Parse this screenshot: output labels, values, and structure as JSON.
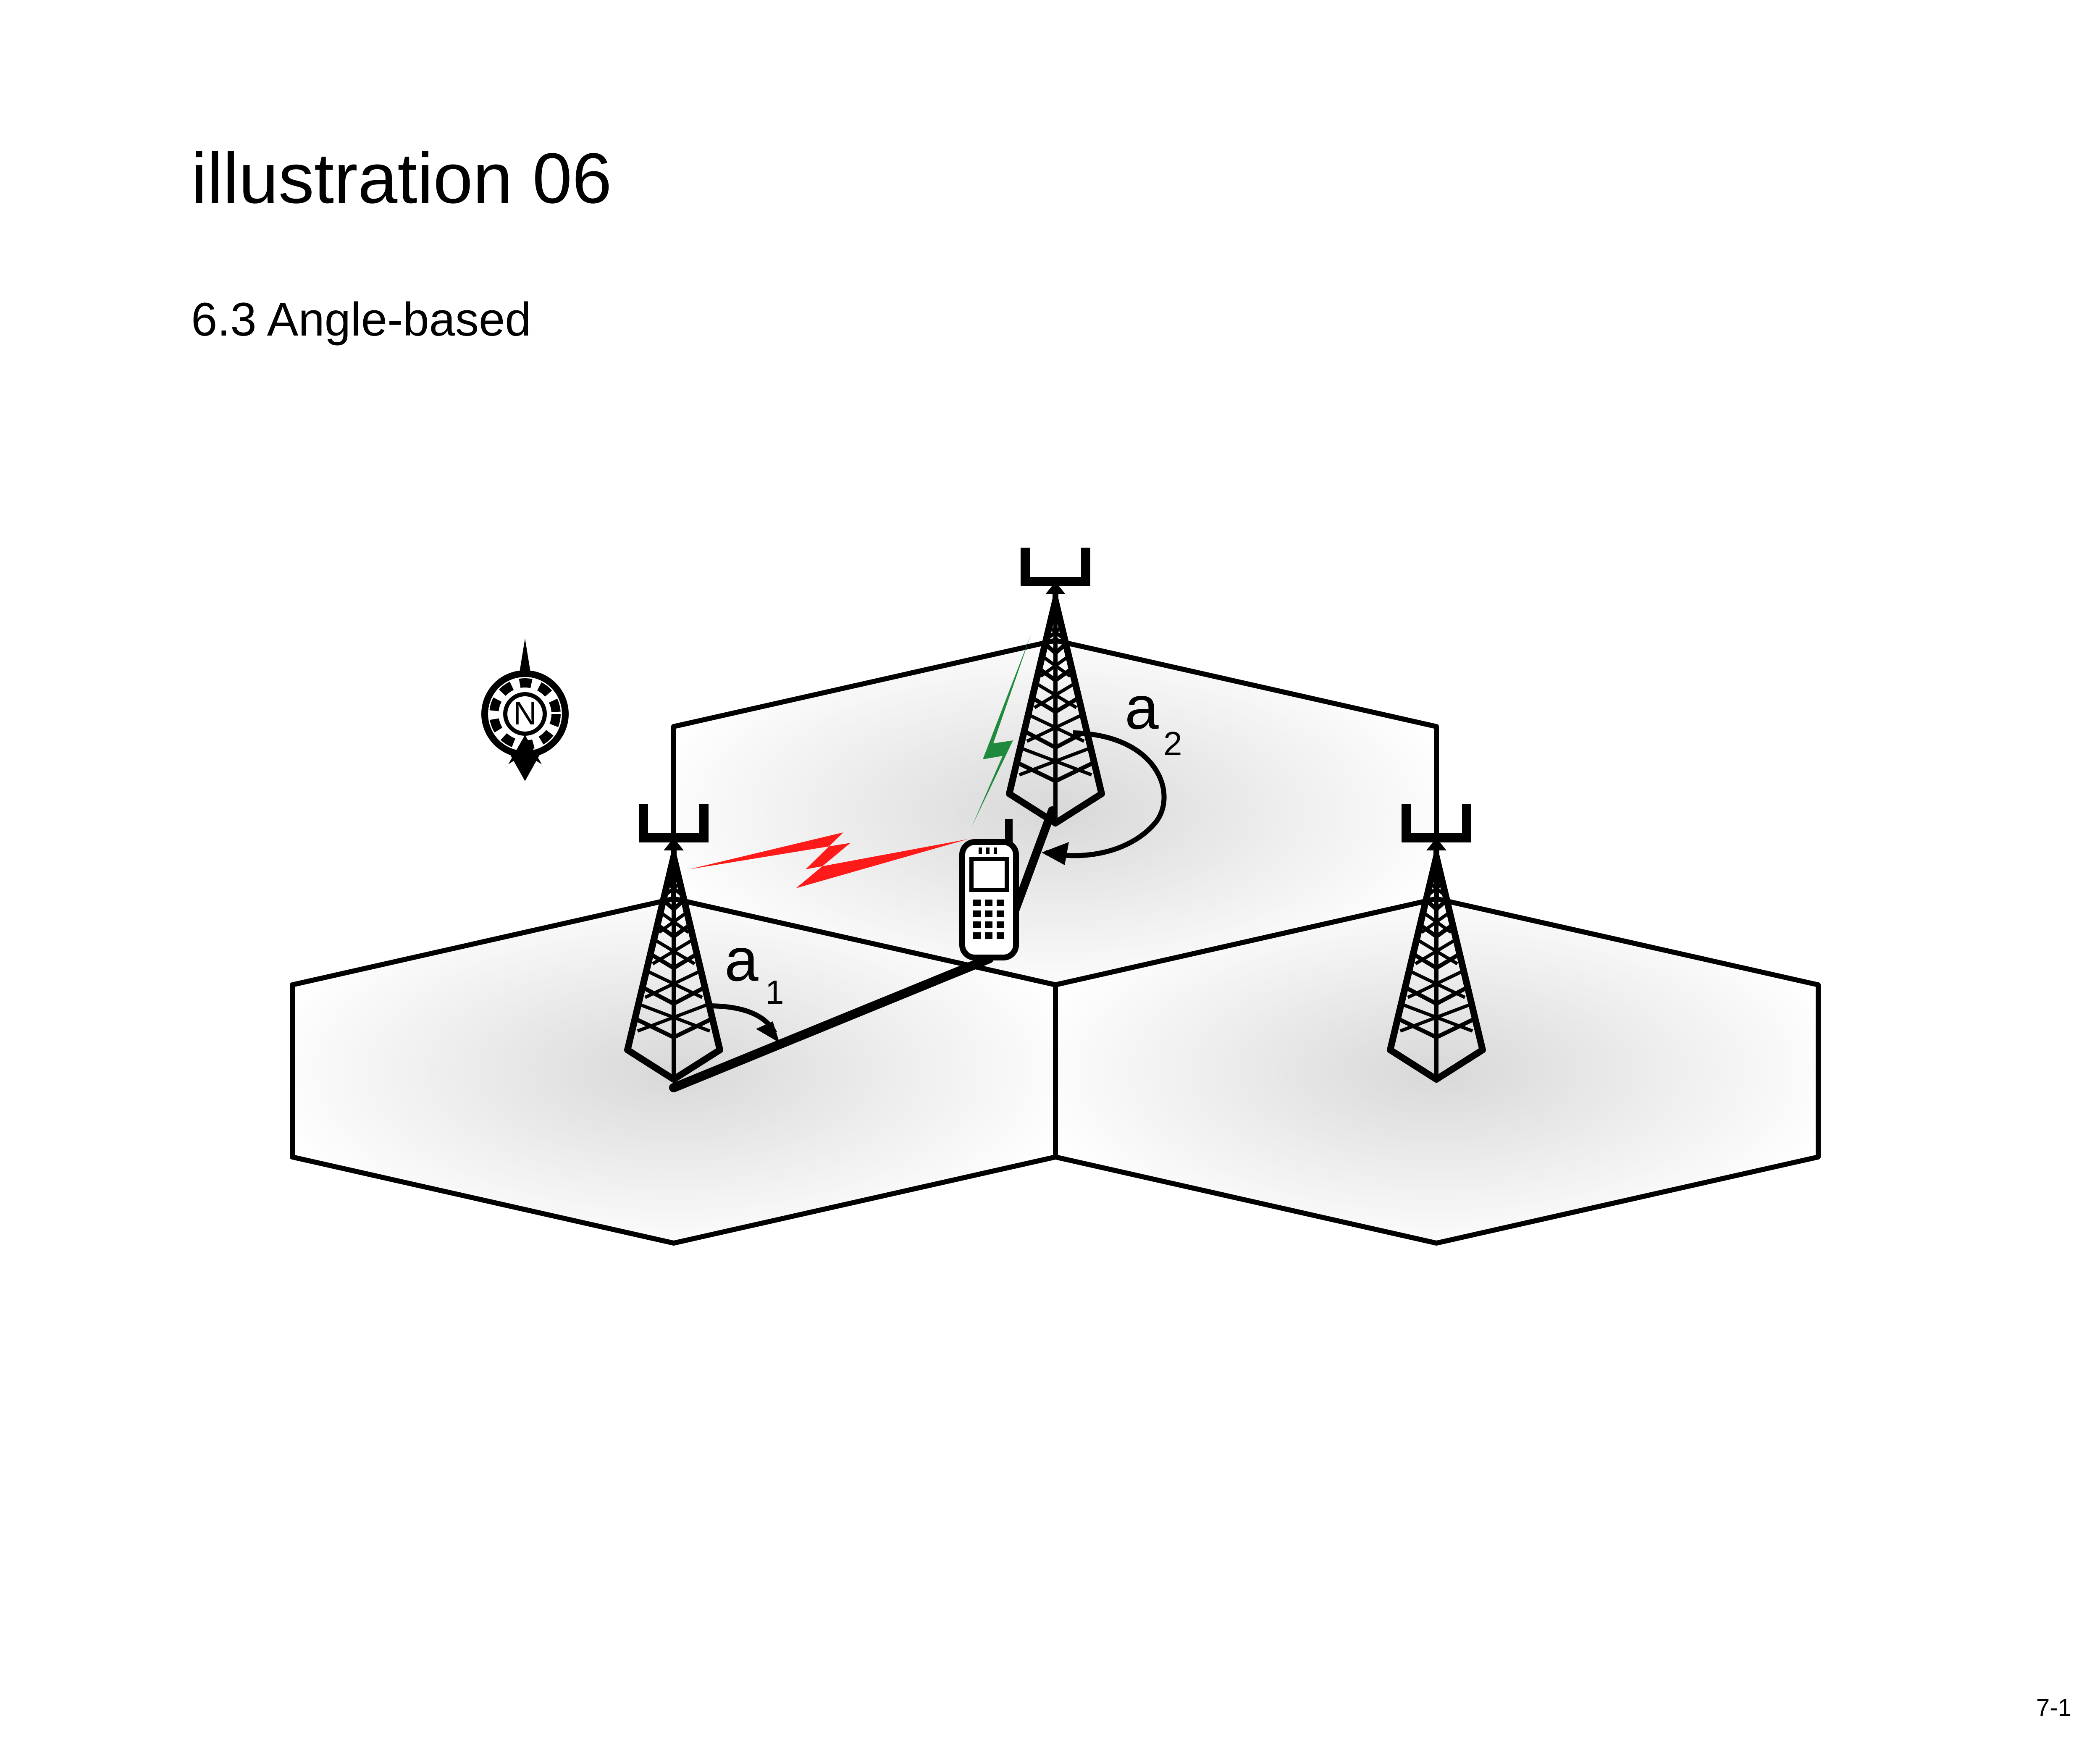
{
  "header": {
    "title": "illustration 06",
    "subtitle": "6.3 Angle-based"
  },
  "diagram": {
    "compass_label": "N",
    "angle_labels": {
      "a1_base": "a",
      "a1_subscript": "1",
      "a2_base": "a",
      "a2_subscript": "2"
    },
    "colors": {
      "cell_border": "#000000",
      "cell_shade": "#d9d9d9",
      "signal_red": "#ff1a1a",
      "signal_green": "#1f8a3d",
      "line": "#000000"
    },
    "icons": {
      "compass": "north-compass-icon",
      "tower": "cell-tower-icon",
      "phone": "mobile-phone-icon"
    }
  },
  "footer": {
    "page_number": "7-1"
  }
}
